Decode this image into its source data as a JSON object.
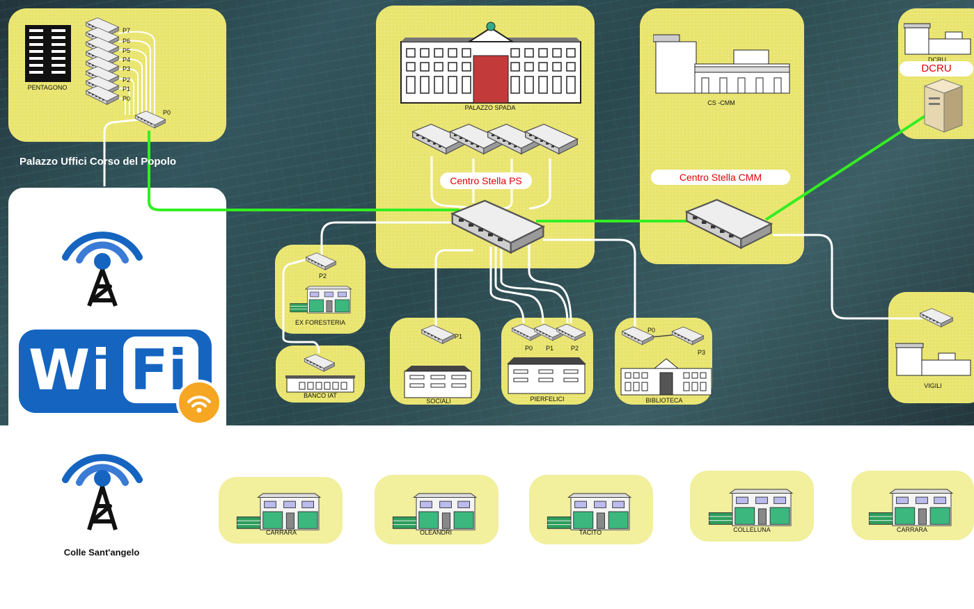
{
  "buildings": {
    "pentagono": "PENTAGONO",
    "palazzo_spada": "PALAZZO SPADA",
    "cs_cmm": "CS -CMM",
    "dcru_top": "DCRU",
    "ex_foresteria": "EX FORESTERIA",
    "banco_iat": "BANCO IAT",
    "sociali": "SOCIALI",
    "pierfelici": "PIERFELICI",
    "biblioteca": "BIBLIOTECA",
    "vigili": "VIGILI",
    "carrara_1": "CARRARA",
    "oleandri": "OLEANDRI",
    "tacito": "TACITO",
    "colleluna": "COLLELUNA",
    "carrara_2": "CARRARA"
  },
  "pills": {
    "centro_stella_ps": "Centro Stella PS",
    "centro_stella_cmm": "Centro Stella CMM",
    "dcru": "DCRU"
  },
  "captions": {
    "palazzo_uffici": "Palazzo Uffici Corso del Popolo",
    "colle": "Colle Sant'angelo"
  },
  "ports": {
    "pentagono": [
      "P7",
      "P6",
      "P5",
      "P4",
      "P3",
      "P2",
      "P1",
      "P0"
    ],
    "pentagono_switch": "P0",
    "foresteria": "P2",
    "sociali": "P1",
    "pierfelici": [
      "P0",
      "P1",
      "P2"
    ],
    "biblioteca": [
      "P0",
      "P3"
    ]
  },
  "wifi": {
    "wi": "Wi",
    "fi": "Fi"
  },
  "colors": {
    "zone": "#e9e46e",
    "fiber": "#33ee22",
    "accent": "#e00000",
    "wifi": "#1565c0"
  }
}
